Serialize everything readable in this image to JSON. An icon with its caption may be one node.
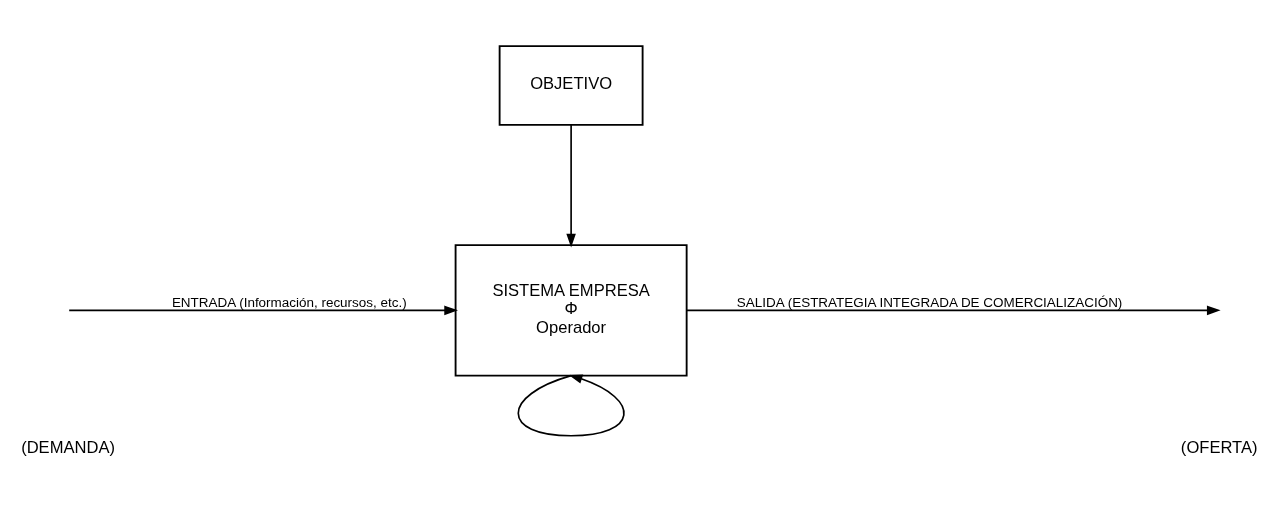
{
  "diagram": {
    "nodes": [
      {
        "text": [
          "OBJETIVO"
        ]
      },
      {
        "text": [
          "SISTEMA EMPRESA",
          "Φ",
          "Operador"
        ]
      }
    ],
    "edges": [
      {
        "from": 0,
        "to": 1,
        "arrow": "to"
      },
      {
        "from": 1,
        "to": null,
        "arrow": "to",
        "label": "SALIDA (ESTRATEGIA INTEGRADA DE COMERCIALIZACIÓN)"
      },
      {
        "from": null,
        "to": 1,
        "arrow": "to",
        "label": "ENTRADA (Información, recursos, etc.)"
      },
      {
        "from": 1,
        "to": 1,
        "arrow": "to"
      }
    ],
    "labels": [
      "(DEMANDA)",
      "(OFERTA)"
    ]
  }
}
